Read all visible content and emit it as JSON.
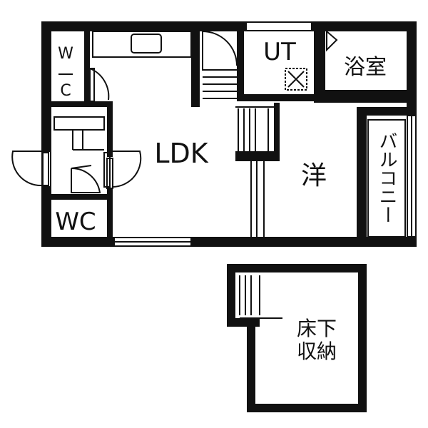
{
  "floor_plan": {
    "rooms": {
      "wic_upper": "W",
      "wic_lower": "C",
      "ldk": "LDK",
      "ut": "UT",
      "bath": "浴室",
      "western": "洋",
      "balcony": "バルコニー",
      "wc": "WC",
      "under_floor_line1": "床下",
      "under_floor_line2": "収納"
    }
  }
}
